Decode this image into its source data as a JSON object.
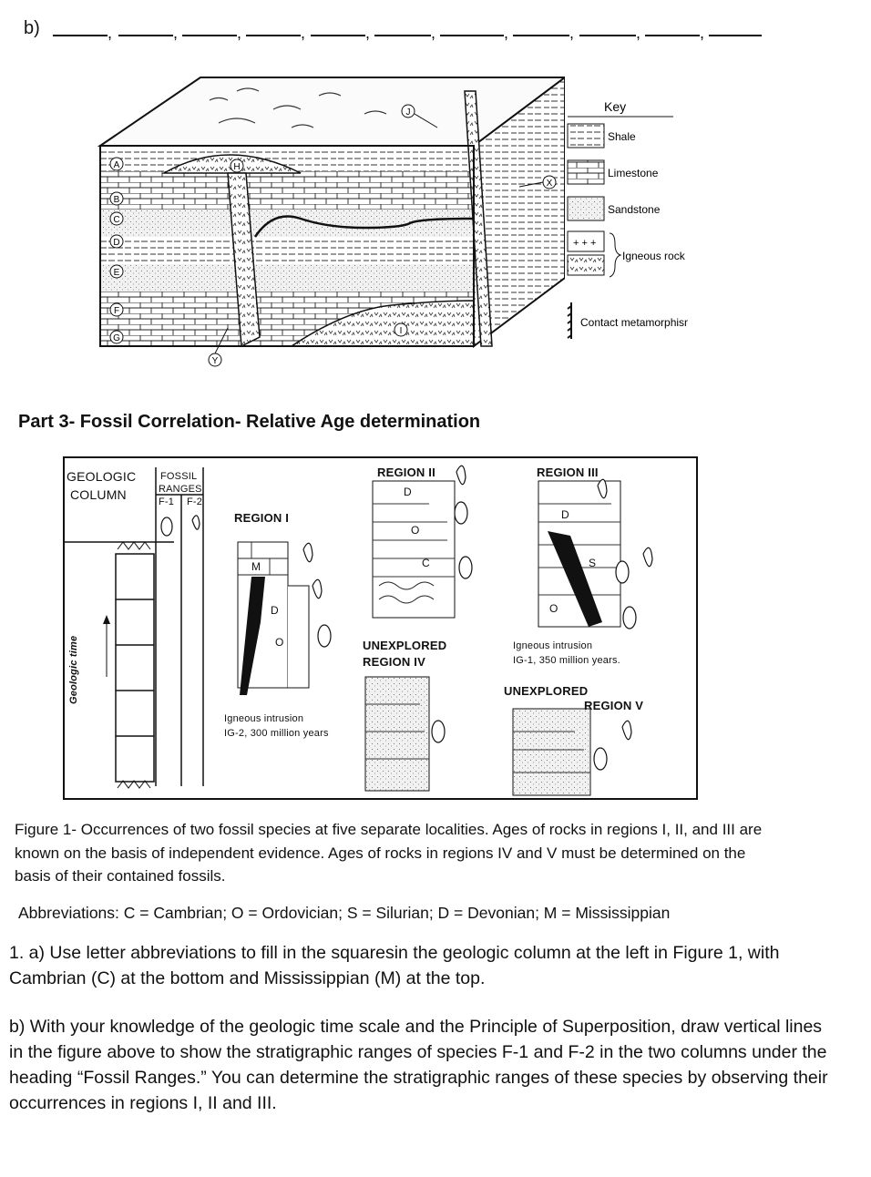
{
  "header": {
    "label": "b)",
    "blank_count": 11
  },
  "block_diagram": {
    "layer_markers": [
      "A",
      "B",
      "C",
      "D",
      "E",
      "F",
      "G"
    ],
    "feature_markers": [
      "H",
      "I",
      "J",
      "X",
      "Y"
    ],
    "key": {
      "title": "Key",
      "items": [
        "Shale",
        "Limestone",
        "Sandstone",
        "Igneous rock",
        "Contact metamorphism"
      ]
    }
  },
  "part3": {
    "heading": "Part 3- Fossil Correlation- Relative Age determination"
  },
  "figure": {
    "column_heading_line1": "GEOLOGIC",
    "column_heading_line2": "COLUMN",
    "ranges_heading_line1": "FOSSIL",
    "ranges_heading_line2": "RANGES",
    "f1": "F-1",
    "f2": "F-2",
    "axis_label": "Geologic time",
    "region1": {
      "title": "REGION I",
      "letters": [
        "M",
        "D",
        "O"
      ],
      "intrusion_line1": "Igneous intrusion",
      "intrusion_line2": "IG-2, 300 million years"
    },
    "region2": {
      "title": "REGION II",
      "letters": [
        "D",
        "O",
        "C"
      ]
    },
    "region3": {
      "title": "REGION III",
      "letters": [
        "D",
        "S",
        "O"
      ],
      "intrusion_line1": "Igneous intrusion",
      "intrusion_line2": "IG-1, 350 million years."
    },
    "region4": {
      "title_line1": "UNEXPLORED",
      "title_line2": "REGION IV"
    },
    "region5": {
      "title_line1": "UNEXPLORED",
      "title_line2": "REGION V"
    }
  },
  "caption": "Figure 1- Occurrences of two fossil species at five separate localities. Ages of rocks in regions I, II, and III are known on the basis of independent evidence. Ages of rocks in regions IV and V must be determined on the basis of their contained fossils.",
  "abbreviations": "Abbreviations: C = Cambrian; O = Ordovician; S = Silurian; D = Devonian; M = Mississippian",
  "question_1a": "1. a) Use letter abbreviations to fill in the squaresin the geologic column at the left in Figure 1, with Cambrian (C) at the bottom and Mississippian (M) at the top.",
  "question_1b": "b) With your knowledge of the geologic time scale and the Principle of Superposition, draw vertical lines in the figure above to show the stratigraphic ranges of species F-1 and F-2 in the two columns under the heading “Fossil Ranges.” You can determine the stratigraphic ranges of these species by observing their occurrences in regions I, II and III."
}
